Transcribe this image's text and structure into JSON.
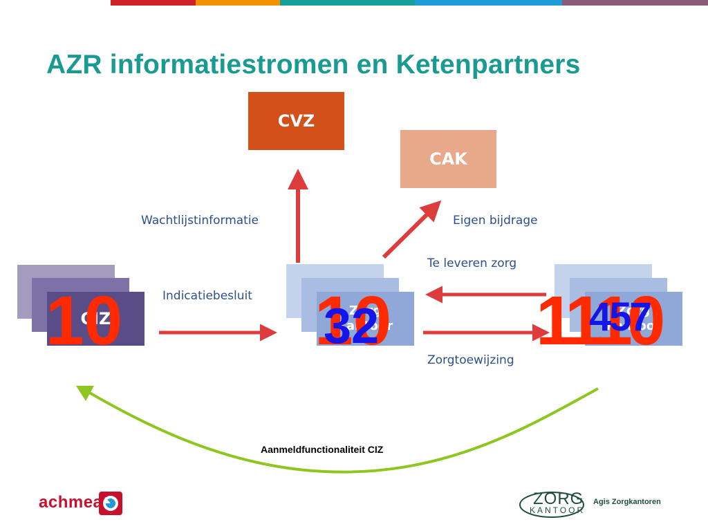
{
  "title": "AZR informatiestromen en Ketenpartners",
  "colors": {
    "title": "#1a9b92",
    "cvz": "#d4501b",
    "cak": "#e8a88a",
    "ciz": "#5a4d87",
    "zorgkantoor": "#8fa8d8",
    "arrow": "#dc3c3c",
    "green_arrow": "#8cc61e",
    "big_number_red": "#ff2a00",
    "big_number_blue": "#1515e8",
    "topbar": [
      "#d0202a",
      "#f39200",
      "#14a099",
      "#1f9bd7",
      "#8a5a7a"
    ]
  },
  "boxes": {
    "cvz": "CVZ",
    "cak": "CAK",
    "ciz": "CIZ",
    "zorgkantoor_middle": "Zorg\nkantoor",
    "zorgkantoor_right": "Zorg\nkantoor"
  },
  "flows": {
    "wachtlijst": "Wachtlijstinformatie",
    "eigen_bijdrage": "Eigen bijdrage",
    "te_leveren_zorg": "Te leveren zorg",
    "indicatiebesluit": "Indicatiebesluit",
    "zorgtoewijzing": "Zorgtoewijzing"
  },
  "overlay_numbers": {
    "ciz": "10",
    "middle_red": "10",
    "middle_blue": "32",
    "right_red": "1110",
    "right_blue": "457"
  },
  "green_arrow_label": "Aanmeldfunctionaliteit CIZ",
  "logos": {
    "achmea": "achmea",
    "zorg": "ZORG",
    "kantoor": "KANTOOR",
    "agis": "Agis Zorgkantoren"
  }
}
